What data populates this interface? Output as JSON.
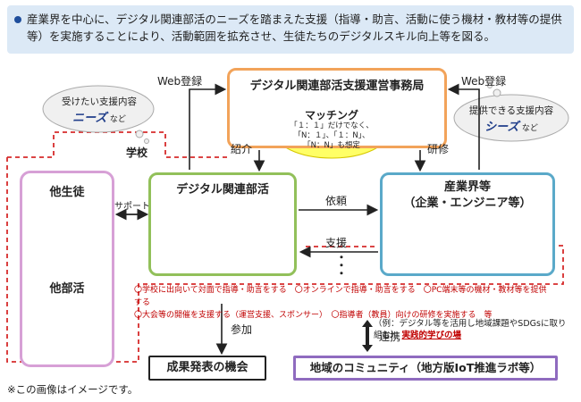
{
  "header": {
    "text": "産業界を中心に、デジタル関連部活のニーズを踏まえた支援（指導・助言、活動に使う機材・教材等の提供等）を実施することにより、活動範囲を拡充させ、生徒たちのデジタルスキル向上等を図る。"
  },
  "office": {
    "title": "デジタル関連部活支援運営事務局"
  },
  "matching": {
    "title": "マッチング",
    "line1": "「１：１」だけでなく、",
    "line2": "「N：１」、「１：N」、",
    "line3": "「N：N」も想定"
  },
  "left_bubble": {
    "line1": "受けたい支援内容",
    "keyword": "ニーズ",
    "suffix": "など"
  },
  "right_bubble": {
    "line1": "提供できる支援内容",
    "keyword": "シーズ",
    "suffix": "など"
  },
  "labels": {
    "web_left": "Web登録",
    "web_right": "Web登録",
    "school": "学校",
    "shokai": "紹介",
    "kenshu": "研修",
    "irai": "依頼",
    "shien": "支援",
    "support": "サポート",
    "sanka": "参加",
    "renkei": "連携",
    "dots": "・\n・\n・"
  },
  "club": {
    "title": "デジタル関連部活"
  },
  "industry": {
    "line1": "産業界等",
    "line2": "（企業・エンジニア等）"
  },
  "others": {
    "students": "他生徒",
    "clubs": "他部活"
  },
  "support_items": {
    "row1": "〇学校に出向いて対面で指導・助言をする　〇オンラインで指導・助言をする　〇PC端末等の機材・教材等を提供する",
    "row2": "〇大会等の開催を支援する（運営支援、スポンサー）　〇指導者（教員）向けの研修を実施する　等"
  },
  "result": "成果発表の機会",
  "community": "地域のコミュニティ（地方版IoT推進ラボ等）",
  "renkei_note": {
    "text": "（例：デジタル等を活用し地域課題やSDGsに取り組む）",
    "highlight": "実践的学びの場"
  },
  "footnote": "※この画像はイメージです。",
  "colors": {
    "header_bg": "#dce9f6",
    "office_border": "#f2a35a",
    "club_border": "#92c05a",
    "industry_border": "#5aa9c9",
    "others_border": "#d7a0d6",
    "community_border": "#8f6bbf",
    "school_dash": "#d62b2b",
    "matching_fill": "#ffff66"
  }
}
